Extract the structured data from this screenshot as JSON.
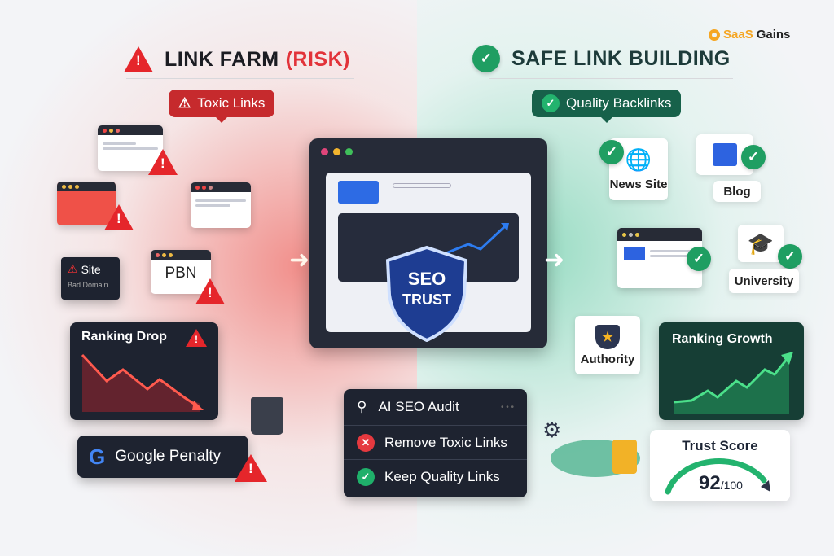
{
  "brand": {
    "name_part1": "SaaS",
    "name_part2": "Gains",
    "accent": "#f5a623"
  },
  "left": {
    "title": "LINK FARM",
    "title_tag": "(RISK)",
    "badge": "Toxic Links",
    "site_box": {
      "title": "Site",
      "subtitle": "Bad Domain"
    },
    "pbn_label": "PBN",
    "chart_title": "Ranking Drop",
    "penalty_label": "Google Penalty",
    "color": "#e5262b"
  },
  "right": {
    "title": "SAFE LINK BUILDING",
    "badge": "Quality Backlinks",
    "nodes": [
      "News Site",
      "Blog",
      "University",
      "Authority"
    ],
    "chart_title": "Ranking Growth",
    "trust_score": {
      "label": "Trust Score",
      "value": "92",
      "max": "/100"
    },
    "color": "#1f9e62"
  },
  "center": {
    "shield_line1": "SEO",
    "shield_line2": "TRUST",
    "audit": {
      "title": "AI SEO Audit",
      "more": "• • •",
      "items": [
        {
          "label": "Remove Toxic Links",
          "icon": "x-icon",
          "color": "#e5393f"
        },
        {
          "label": "Keep Quality Links",
          "icon": "check-icon",
          "color": "#1fb06a"
        }
      ]
    }
  },
  "glyphs": {
    "warn": "!",
    "check": "✓",
    "x": "✕",
    "arrow": "➜",
    "star": "★",
    "gear": "⚙",
    "globe": "🌐",
    "cap": "🎓"
  }
}
